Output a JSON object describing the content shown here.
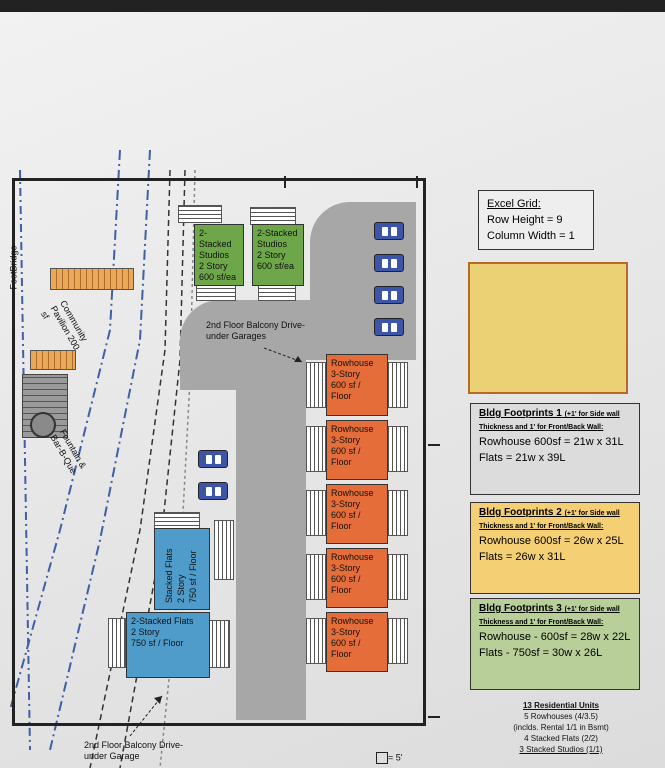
{
  "excel_grid": {
    "title": "Excel Grid:",
    "row_height": "Row Height = 9",
    "column_width": "Column Width = 1"
  },
  "footprints": [
    {
      "title": "Bldg Footprints 1",
      "note": "(+1' for Side wall Thickness and 1' for Front/Back Wall:",
      "line1": "Rowhouse 600sf = 21w x 31L",
      "line2": "Flats = 21w x 39L",
      "color": "#dcdcdc"
    },
    {
      "title": "Bldg Footprints 2",
      "note": "(+1' for Side wall Thickness and 1' for Front/Back Wall:",
      "line1": "Rowhouse 600sf = 26w x 25L",
      "line2": "Flats = 26w x 31L",
      "color": "#f4cf73"
    },
    {
      "title": "Bldg Footprints 3",
      "note": "(+1' for Side wall Thickness and 1' for Front/Back Wall:",
      "line1": "Rowhouse - 600sf = 28w x 22L",
      "line2": "Flats - 750sf = 30w x 26L",
      "color": "#b9cf9a"
    }
  ],
  "summary": {
    "title": "13 Residential Units",
    "l1": "5 Rowhouses (4/3.5)",
    "l2": "(inclds. Rental 1/1 in Bsmt)",
    "l3": "4 Stacked Flats (2/2)",
    "l4": "3 Stacked Studios (1/1)"
  },
  "scale": "= 5'",
  "site": {
    "footbridge": "FootBridge",
    "pavilion": "Community Pavilion 200 sf",
    "fountain": "Fountain & Bar-B-Que",
    "balcony_top": "2nd Floor Balcony Drive-under Garages",
    "balcony_bottom": "2nd Floor Balcony Drive-under Garage",
    "studios": [
      {
        "l1": "2-Stacked",
        "l2": "Studios",
        "l3": "2 Story",
        "l4": "600 sf/ea"
      },
      {
        "l1": "2-Stacked",
        "l2": "Studios",
        "l3": "2 Story",
        "l4": "600 sf/ea"
      }
    ],
    "rowhouses": [
      {
        "l1": "Rowhouse",
        "l2": "3-Story",
        "l3": "600 sf / Floor"
      },
      {
        "l1": "Rowhouse",
        "l2": "3-Story",
        "l3": "600 sf / Floor"
      },
      {
        "l1": "Rowhouse",
        "l2": "3-Story",
        "l3": "600 sf / Floor"
      },
      {
        "l1": "Rowhouse",
        "l2": "3-Story",
        "l3": "600 sf / Floor"
      },
      {
        "l1": "Rowhouse",
        "l2": "3-Story",
        "l3": "600 sf / Floor"
      }
    ],
    "flats_vertical": {
      "l1": "Stacked Flats",
      "l2": "2 Story",
      "l3": "750 sf / Floor"
    },
    "flats_horizontal": {
      "l1": "2-Stacked Flats",
      "l2": "2 Story",
      "l3": "750 sf / Floor"
    }
  }
}
